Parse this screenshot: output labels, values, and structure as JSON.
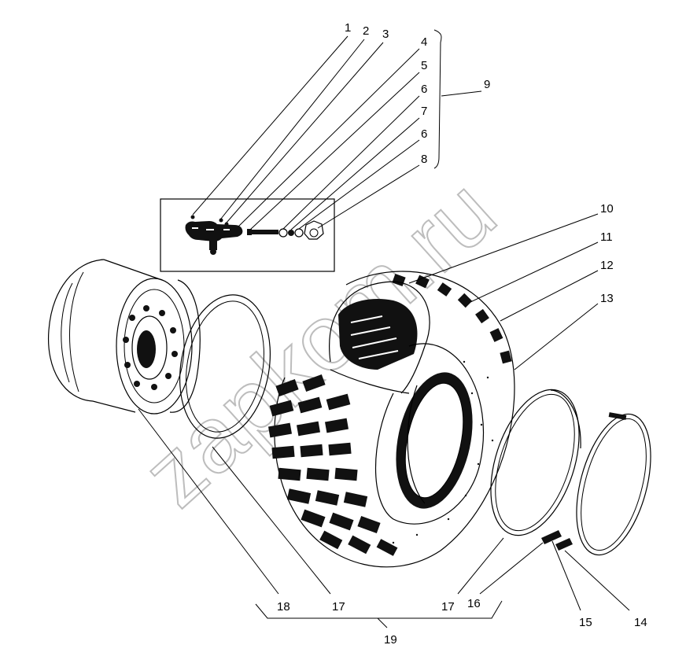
{
  "diagram": {
    "watermark": "zapkom.ru",
    "callouts": [
      {
        "id": "c1",
        "text": "1"
      },
      {
        "id": "c2",
        "text": "2"
      },
      {
        "id": "c3",
        "text": "3"
      },
      {
        "id": "c4",
        "text": "4"
      },
      {
        "id": "c5",
        "text": "5"
      },
      {
        "id": "c6a",
        "text": "6"
      },
      {
        "id": "c7",
        "text": "7"
      },
      {
        "id": "c6b",
        "text": "6"
      },
      {
        "id": "c8",
        "text": "8"
      },
      {
        "id": "c9",
        "text": "9"
      },
      {
        "id": "c10",
        "text": "10"
      },
      {
        "id": "c11",
        "text": "11"
      },
      {
        "id": "c12",
        "text": "12"
      },
      {
        "id": "c13",
        "text": "13"
      },
      {
        "id": "c14",
        "text": "14"
      },
      {
        "id": "c15",
        "text": "15"
      },
      {
        "id": "c16",
        "text": "16"
      },
      {
        "id": "c17a",
        "text": "17"
      },
      {
        "id": "c17b",
        "text": "17"
      },
      {
        "id": "c18",
        "text": "18"
      },
      {
        "id": "c19",
        "text": "19"
      }
    ]
  }
}
